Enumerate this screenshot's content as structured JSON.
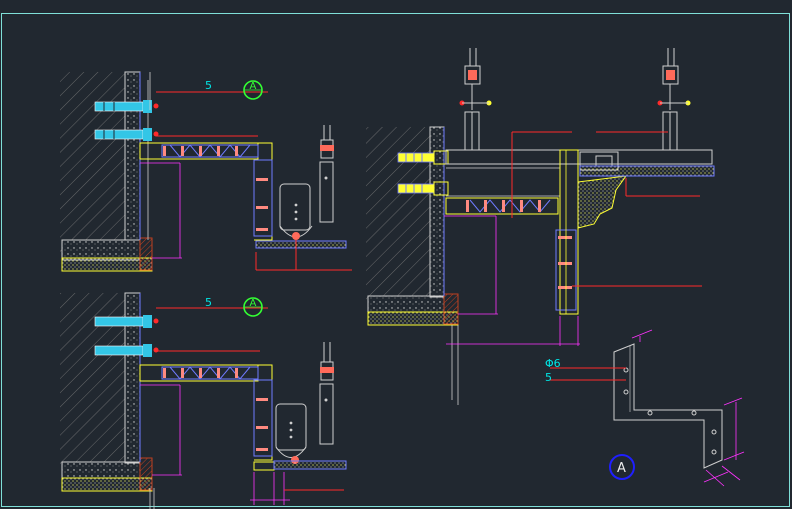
{
  "drawing": {
    "colors": {
      "background": "#212830",
      "frame": "#7fe0d8",
      "wall": "#cfcfcf",
      "hatch": "#8a8a8a",
      "blue": "#6f7bff",
      "cyan": "#00e5e5",
      "yellow": "#ffff33",
      "red": "#ff2a2a",
      "magenta": "#ff33ff",
      "green": "#33ff33",
      "darkblue": "#1f1fff",
      "brown": "#c04020",
      "anchor": "#33c6e6",
      "white": "#eaeaea"
    },
    "labels": {
      "dim5_top": "5",
      "dim5_mid": "5",
      "phi6": "Φ6",
      "dim5_bracket": "5"
    },
    "tags": {
      "tag_top": "A",
      "tag_mid": "A",
      "tag_bracket": "A"
    }
  }
}
